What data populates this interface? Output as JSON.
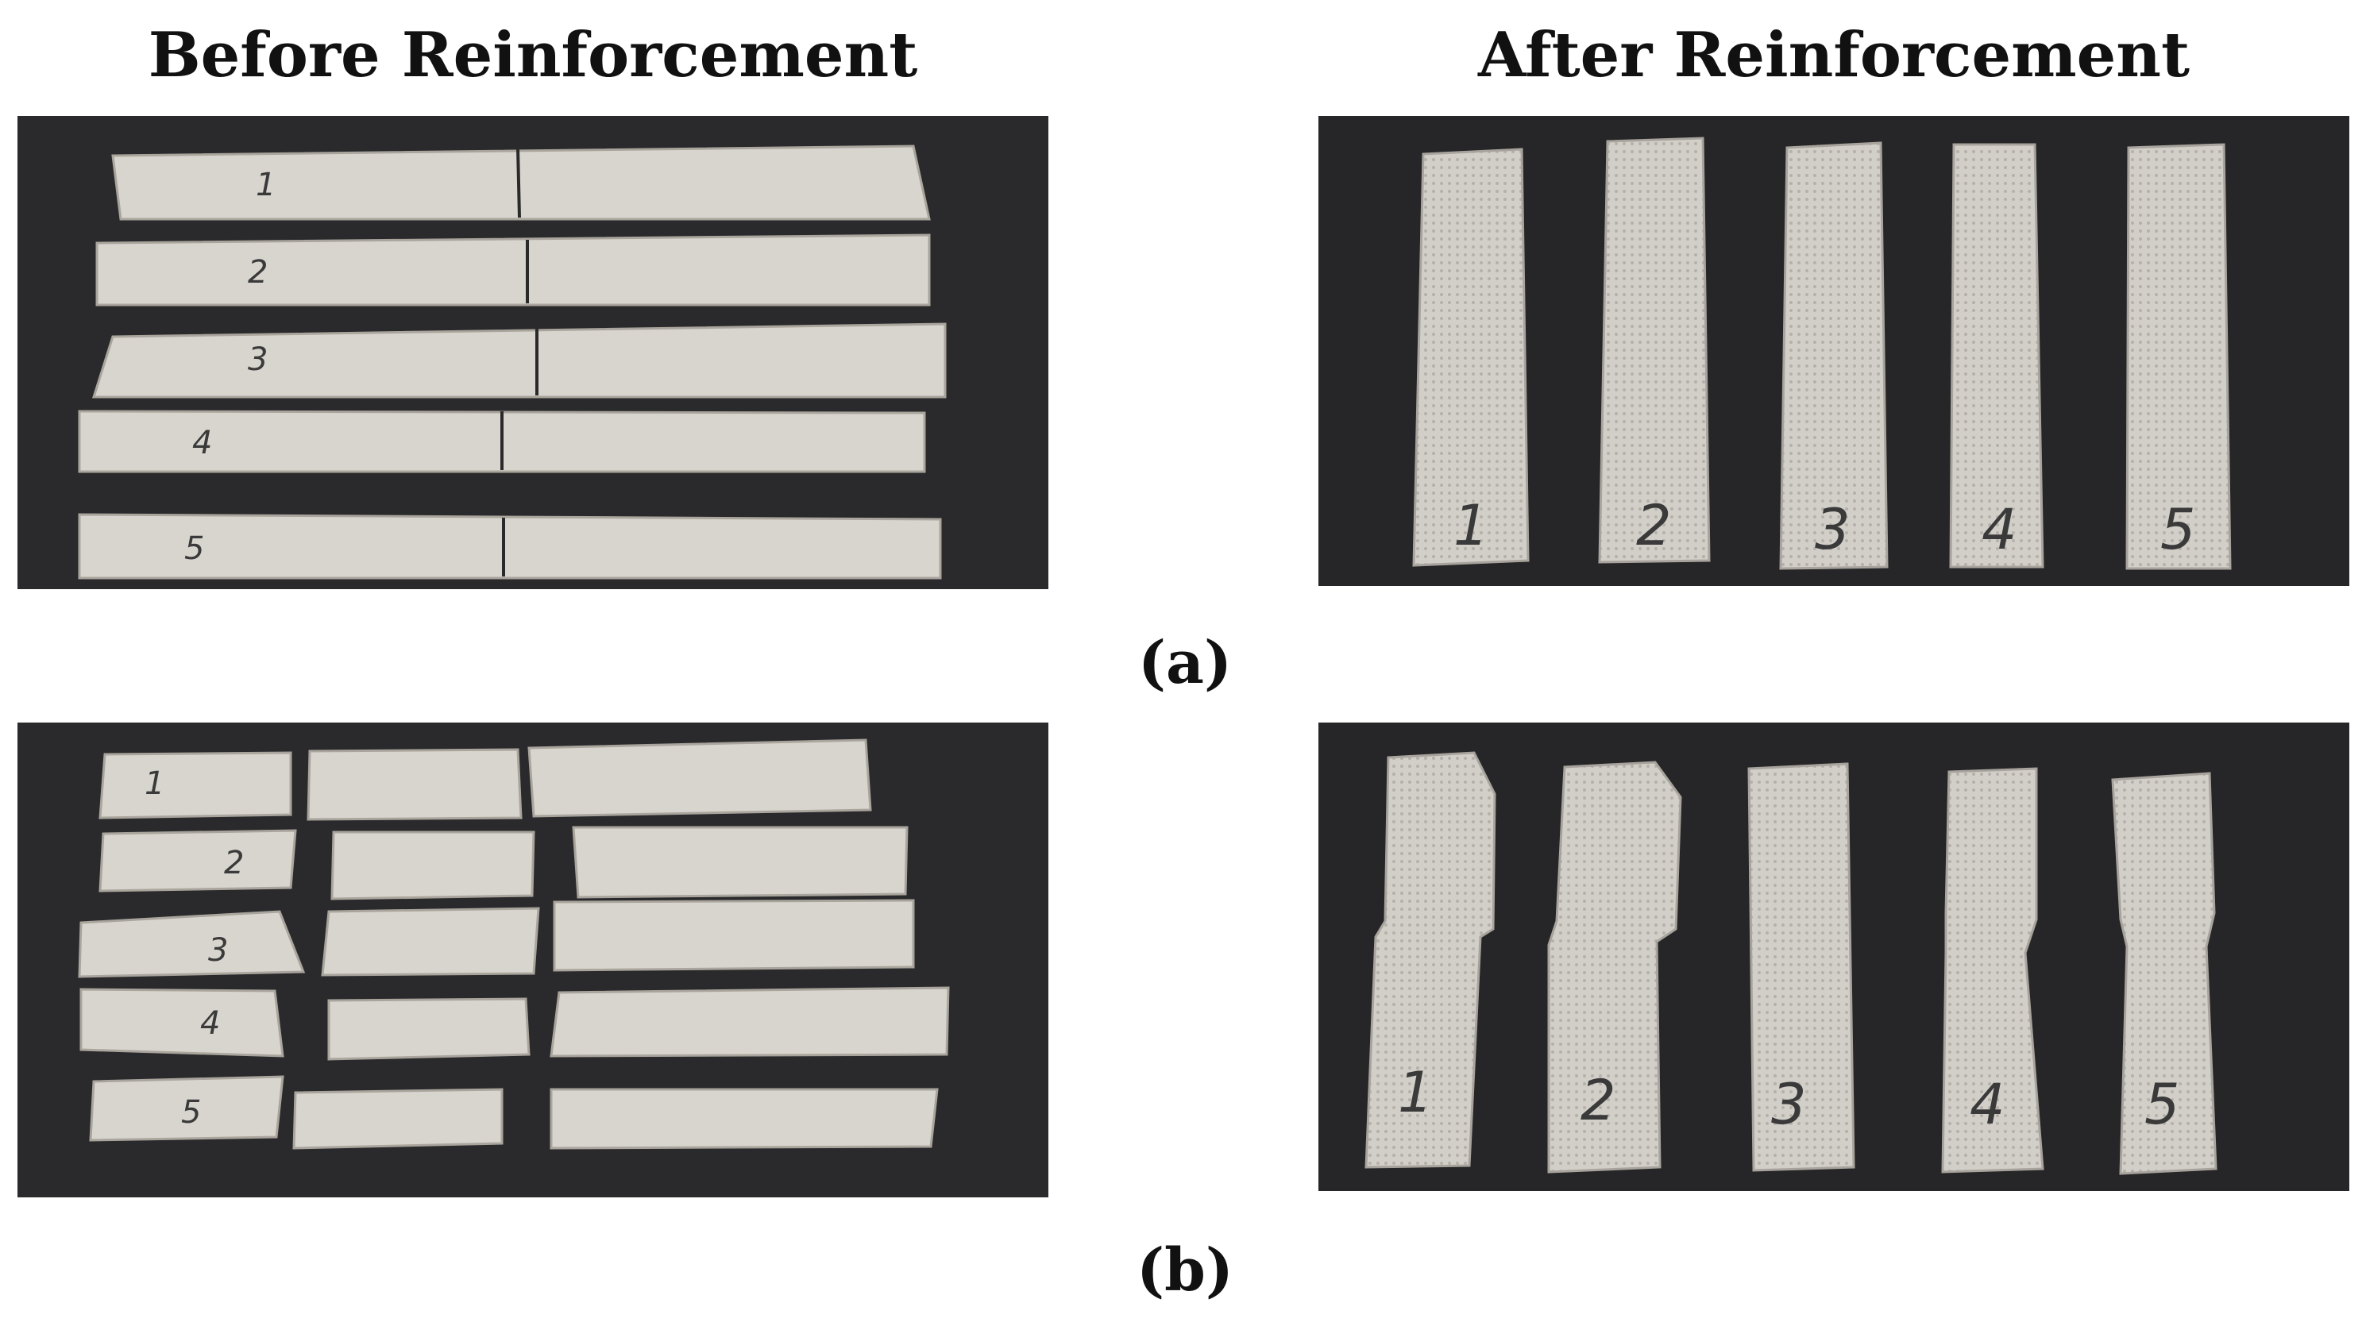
{
  "headings": {
    "before": "Before Reinforcement",
    "after": "After Reinforcement"
  },
  "captions": {
    "a": "(a)",
    "b": "(b)"
  },
  "specimen_labels": [
    "1",
    "2",
    "3",
    "4",
    "5"
  ],
  "colors": {
    "background_mat": "#2b2b2d",
    "specimen_surface": "#d9d6cf",
    "mesh_surface": "#cfccc6"
  }
}
